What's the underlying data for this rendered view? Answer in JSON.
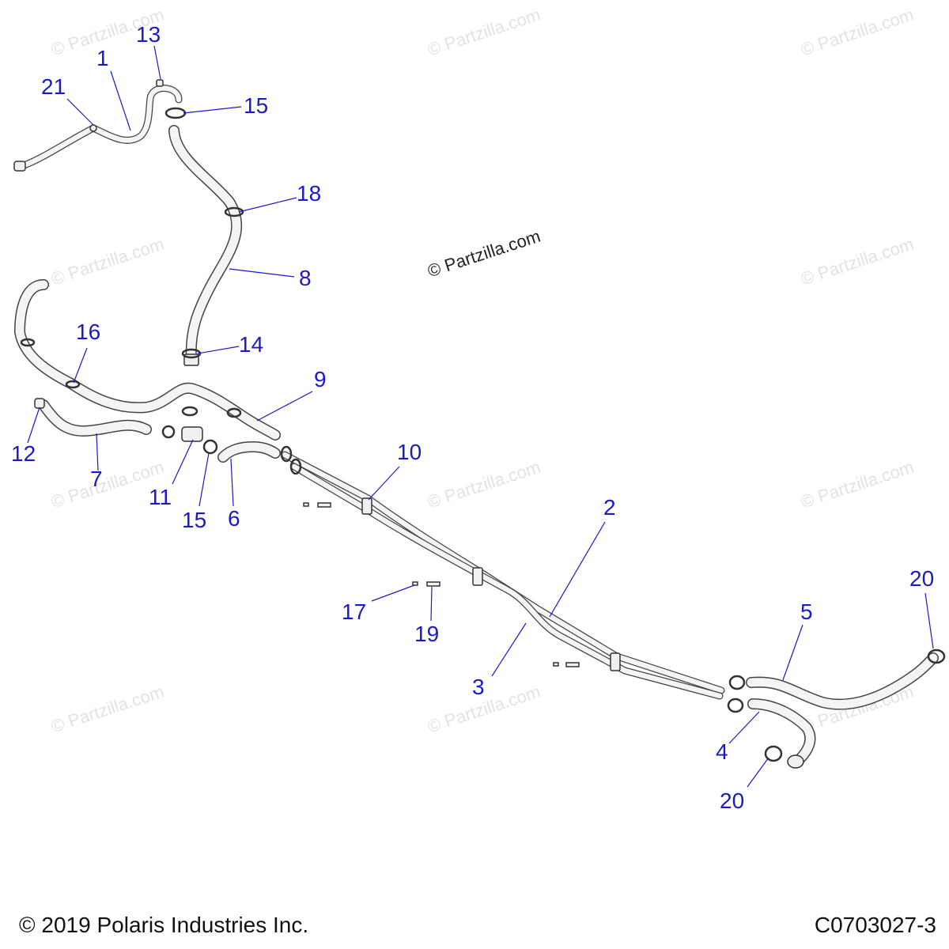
{
  "watermark_text": "© Partzilla.com",
  "callouts": [
    {
      "id": "c1",
      "text": "1"
    },
    {
      "id": "c2",
      "text": "2"
    },
    {
      "id": "c3",
      "text": "3"
    },
    {
      "id": "c4",
      "text": "4"
    },
    {
      "id": "c5",
      "text": "5"
    },
    {
      "id": "c6",
      "text": "6"
    },
    {
      "id": "c7",
      "text": "7"
    },
    {
      "id": "c8",
      "text": "8"
    },
    {
      "id": "c9",
      "text": "9"
    },
    {
      "id": "c10",
      "text": "10"
    },
    {
      "id": "c11",
      "text": "11"
    },
    {
      "id": "c12",
      "text": "12"
    },
    {
      "id": "c13",
      "text": "13"
    },
    {
      "id": "c14",
      "text": "14"
    },
    {
      "id": "c15a",
      "text": "15"
    },
    {
      "id": "c15b",
      "text": "15"
    },
    {
      "id": "c16",
      "text": "16"
    },
    {
      "id": "c17",
      "text": "17"
    },
    {
      "id": "c18",
      "text": "18"
    },
    {
      "id": "c19",
      "text": "19"
    },
    {
      "id": "c20a",
      "text": "20"
    },
    {
      "id": "c20b",
      "text": "20"
    },
    {
      "id": "c21",
      "text": "21"
    }
  ],
  "footer": {
    "copyright": "© 2019 Polaris Industries Inc.",
    "diagram_code": "C0703027-3"
  },
  "colors": {
    "callout": "#1a1acc",
    "outline": "#444444",
    "watermark": "#e2e2e2"
  }
}
